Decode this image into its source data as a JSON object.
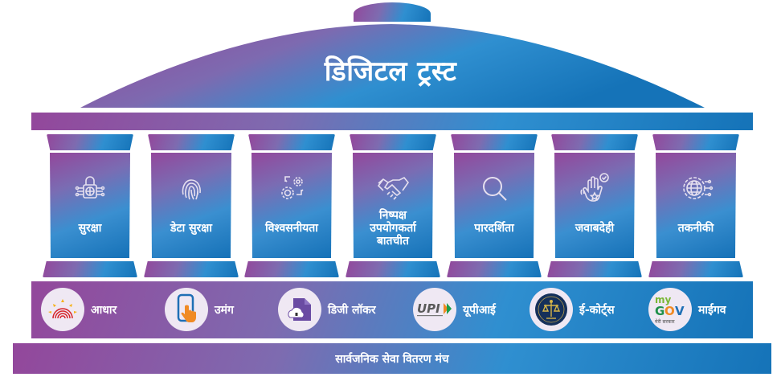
{
  "title": "डिजिटल ट्रस्ट",
  "colors": {
    "gradient_start": "#93479b",
    "gradient_mid": "#7e6bb0",
    "gradient_blue": "#2f8fd0",
    "gradient_end": "#1573b8",
    "logo_circle": "#efe8f3",
    "text": "#ffffff"
  },
  "pillars": [
    {
      "label": "सुरक्षा",
      "icon": "lock-circuit-icon"
    },
    {
      "label": "डेटा सुरक्षा",
      "icon": "fingerprint-icon"
    },
    {
      "label": "विश्वसनीयता",
      "icon": "gears-icon"
    },
    {
      "label": "निष्पक्ष उपयोगकर्ता बातचीत",
      "label_lines": [
        "निष्पक्ष",
        "उपयोगकर्ता",
        "बातचीत"
      ],
      "icon": "handshake-icon"
    },
    {
      "label": "पारदर्शिता",
      "icon": "magnifier-icon"
    },
    {
      "label": "जवाबदेही",
      "icon": "hand-check-icon"
    },
    {
      "label": "तकनीकी",
      "icon": "globe-gear-icon"
    }
  ],
  "services": [
    {
      "label": "आधार",
      "logo": "aadhaar-logo"
    },
    {
      "label": "उमंग",
      "logo": "umang-logo"
    },
    {
      "label": "डिजी लॉकर",
      "logo": "digilocker-logo"
    },
    {
      "label": "यूपीआई",
      "logo": "upi-logo",
      "logo_text": "UPI"
    },
    {
      "label": "ई-कोर्ट्स",
      "logo": "ecourts-logo"
    },
    {
      "label": "माईगव",
      "logo": "mygov-logo",
      "logo_text_top": "my",
      "logo_text_main": "GOV",
      "logo_text_sub": "मेरी सरकार"
    }
  ],
  "foundation": {
    "label": "सार्वजनिक सेवा वितरण मंच"
  }
}
